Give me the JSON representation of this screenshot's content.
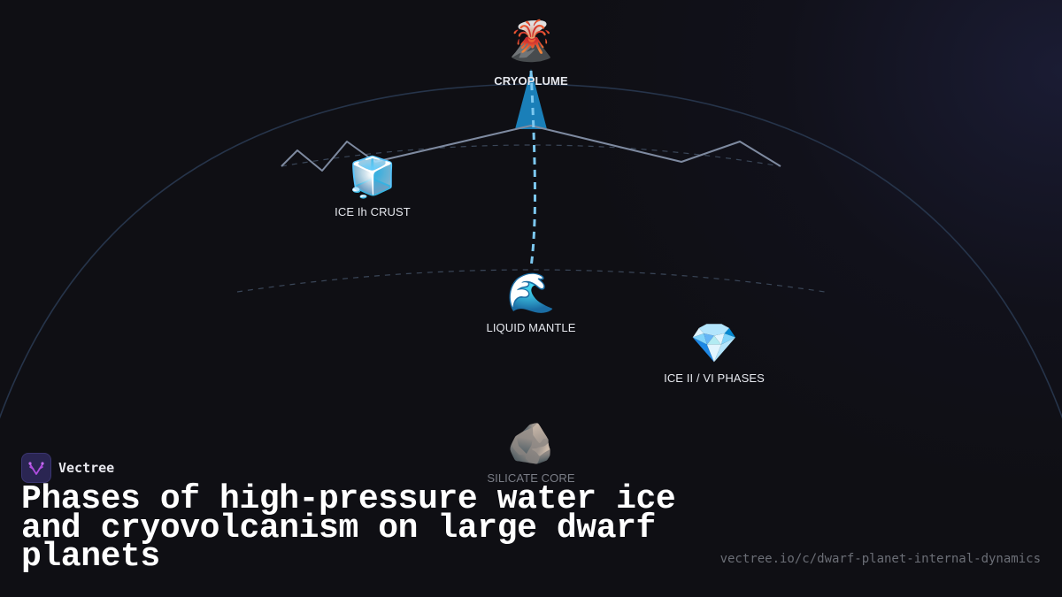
{
  "diagram": {
    "nodes": [
      {
        "id": "cryoplume",
        "label": "CRYOPLUME",
        "icon": "volcano-icon",
        "glyph": "🌋"
      },
      {
        "id": "ice-ih-crust",
        "label": "ICE Ih CRUST",
        "icon": "ice-cube-icon",
        "glyph": "🧊"
      },
      {
        "id": "liquid-mantle",
        "label": "LIQUID MANTLE",
        "icon": "wave-icon",
        "glyph": "🌊"
      },
      {
        "id": "ice-ii-vi",
        "label": "ICE II / VI PHASES",
        "icon": "gem-icon",
        "glyph": "💎"
      },
      {
        "id": "silicate-core",
        "label": "SILICATE CORE",
        "icon": "rock-icon",
        "glyph": "🪨"
      }
    ],
    "colors": {
      "plume": "#1a7fb8",
      "conduit": "#7cc8f0",
      "surface_line": "#7e8aa0",
      "planet_arc": "#26344a",
      "layer_boundary": "#3a4658"
    }
  },
  "brand": {
    "name": "Vectree",
    "accent": "#b04de0"
  },
  "title": "Phases of high-pressure water ice and cryovolcanism on large dwarf planets",
  "url": "vectree.io/c/dwarf-planet-internal-dynamics"
}
